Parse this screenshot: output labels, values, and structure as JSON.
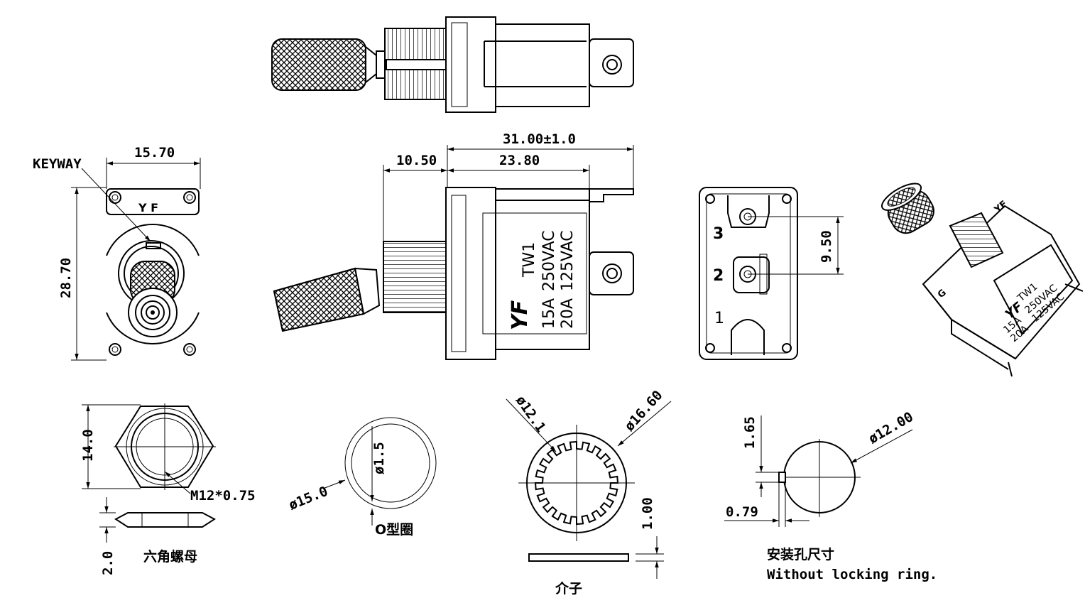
{
  "dimensions": {
    "front_width": "15.70",
    "front_height": "28.70",
    "total_length": "31.00±1.0",
    "thread_length": "10.50",
    "body_length": "23.80",
    "terminal_pitch": "9.50",
    "nut_width": "14.0",
    "nut_thread": "M12*0.75",
    "nut_thickness": "2.0",
    "oring_outer": "ø15.0",
    "oring_section": "ø1.5",
    "washer_inner": "ø12.1",
    "washer_outer": "ø16.60",
    "washer_thickness": "1.00",
    "hole_diameter": "ø12.00",
    "key_width": "1.65",
    "key_depth": "0.79"
  },
  "labels": {
    "keyway": "KEYWAY",
    "hex_nut": "六角螺母",
    "o_ring": "O型圈",
    "washer": "介子",
    "mounting_hole": "安装孔尺寸",
    "without_ring": "Without locking ring."
  },
  "markings": {
    "brand": "YF",
    "model": "TW1",
    "rating_1a": "15A",
    "rating_1v": "250VAC",
    "rating_2a": "20A",
    "rating_2v": "125VAC",
    "terminal_1": "1",
    "terminal_2": "2",
    "terminal_3": "3",
    "iso_brand": "YF",
    "iso_ground": "G"
  }
}
